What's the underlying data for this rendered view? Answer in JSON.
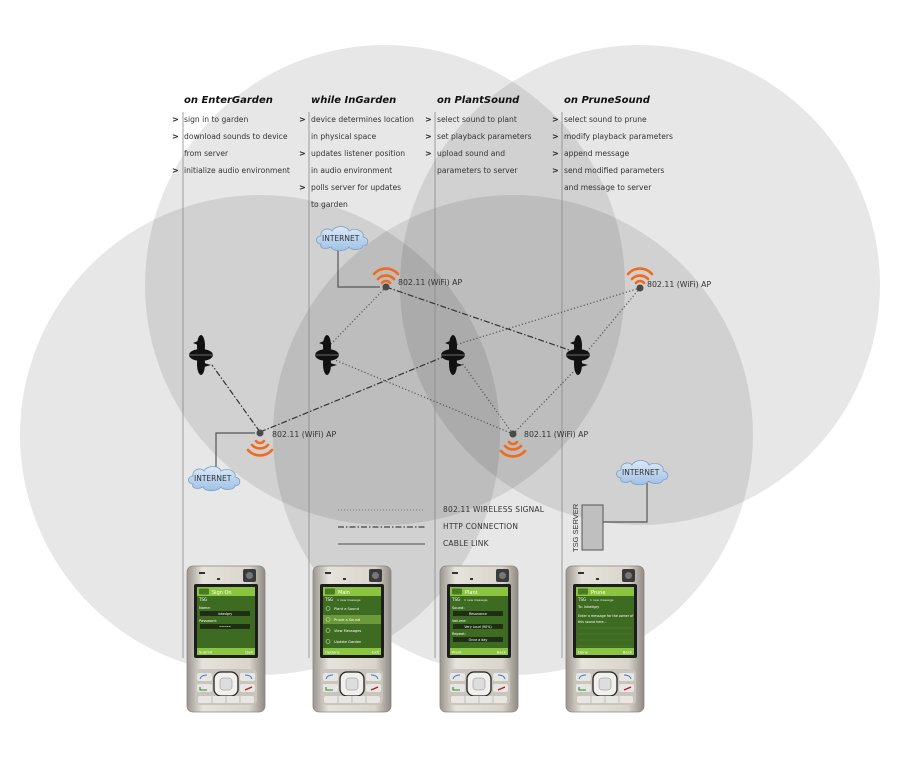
{
  "columns": [
    {
      "title": "on EnterGarden",
      "items": [
        {
          "bullet": true,
          "text": "sign in to garden"
        },
        {
          "bullet": true,
          "text": "download sounds to device"
        },
        {
          "bullet": false,
          "text": "from server"
        },
        {
          "bullet": true,
          "text": "initialize audio environment"
        }
      ]
    },
    {
      "title": "while InGarden",
      "items": [
        {
          "bullet": true,
          "text": "device determines location"
        },
        {
          "bullet": false,
          "text": "in physical space"
        },
        {
          "bullet": true,
          "text": "updates listener position"
        },
        {
          "bullet": false,
          "text": "in audio environment"
        },
        {
          "bullet": true,
          "text": "polls server for updates"
        },
        {
          "bullet": false,
          "text": "to garden"
        }
      ]
    },
    {
      "title": "on PlantSound",
      "items": [
        {
          "bullet": true,
          "text": "select sound to plant"
        },
        {
          "bullet": true,
          "text": "set playback parameters"
        },
        {
          "bullet": true,
          "text": "upload sound and"
        },
        {
          "bullet": false,
          "text": "parameters to server"
        }
      ]
    },
    {
      "title": "on PruneSound",
      "items": [
        {
          "bullet": true,
          "text": "select sound to prune"
        },
        {
          "bullet": true,
          "text": "modify playback parameters"
        },
        {
          "bullet": true,
          "text": "append message"
        },
        {
          "bullet": true,
          "text": "send modified parameters"
        },
        {
          "bullet": false,
          "text": "and message to server"
        }
      ]
    }
  ],
  "bullet_glyph": ">",
  "access_points": [
    {
      "id": "ap-top-center",
      "label": "802.11 (WiFi) AP"
    },
    {
      "id": "ap-top-right",
      "label": "802.11 (WiFi) AP"
    },
    {
      "id": "ap-bottom-left",
      "label": "802.11 (WiFi) AP"
    },
    {
      "id": "ap-bottom-center",
      "label": "802.11 (WiFi) AP"
    }
  ],
  "internet_clouds": [
    {
      "id": "internet-top",
      "label": "INTERNET"
    },
    {
      "id": "internet-left",
      "label": "INTERNET"
    },
    {
      "id": "internet-right",
      "label": "INTERNET"
    }
  ],
  "server": {
    "label": "TSG SERVER"
  },
  "legend": [
    {
      "style": "dotted",
      "label": "802.11 WIRELESS SIGNAL"
    },
    {
      "style": "dash-dot",
      "label": "HTTP CONNECTION"
    },
    {
      "style": "solid",
      "label": "CABLE LINK"
    }
  ],
  "phones": [
    {
      "screen_title": "Sign On",
      "brand": "TSG",
      "fields": [
        "Name:",
        "Password:"
      ],
      "field_values": [
        "inkedgry",
        "••••••"
      ],
      "softkeys": [
        "Submit",
        "Quit"
      ]
    },
    {
      "screen_title": "Main",
      "brand": "TSG",
      "subtitle": "1 new message",
      "menu": [
        "Plant a Sound",
        "Prune a Sound",
        "View Messages",
        "Update Garden"
      ],
      "selected_index": 1,
      "softkeys": [
        "Options",
        "Exit"
      ]
    },
    {
      "screen_title": "Plant",
      "brand": "TSG",
      "subtitle": "1 new message",
      "fields": [
        "Sound:",
        "Volume:",
        "Repeat:"
      ],
      "field_values": [
        "Resonance",
        "Very Loud (90%)",
        "Once a day"
      ],
      "softkeys": [
        "Plant",
        "Back"
      ]
    },
    {
      "screen_title": "Prune",
      "brand": "TSG",
      "subtitle": "1 new message",
      "to_line": "To: inkedgry",
      "message": "Enter a message for the owner of this sound here...",
      "softkeys": [
        "Done",
        "Back"
      ]
    }
  ],
  "colors": {
    "circle_fill": "#bdbdbd",
    "wifi_orange": "#f26a1b",
    "screen_green": "#3e6b22",
    "screen_bar": "#8bc53f",
    "cloud_fill": "#b8d3ee",
    "line_gray": "#555555"
  }
}
